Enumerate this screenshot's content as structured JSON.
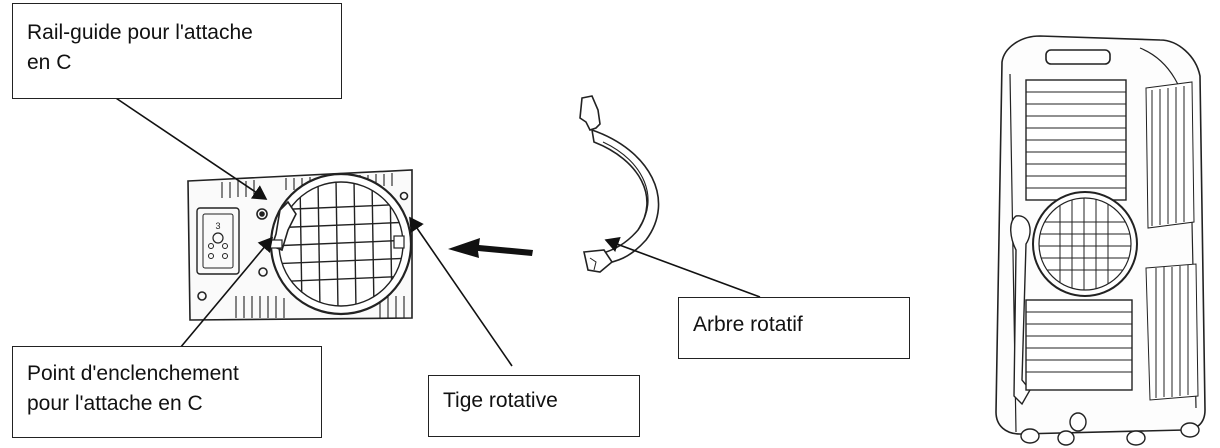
{
  "labels": {
    "rail_guide": [
      "Rail-guide pour l'attache",
      "en C"
    ],
    "point": [
      "Point d'enclenchement",
      "pour l'attache en C"
    ],
    "tige": "Tige rotative",
    "arbre": "Arbre rotatif"
  },
  "panel": {
    "knob_digit": "3"
  }
}
